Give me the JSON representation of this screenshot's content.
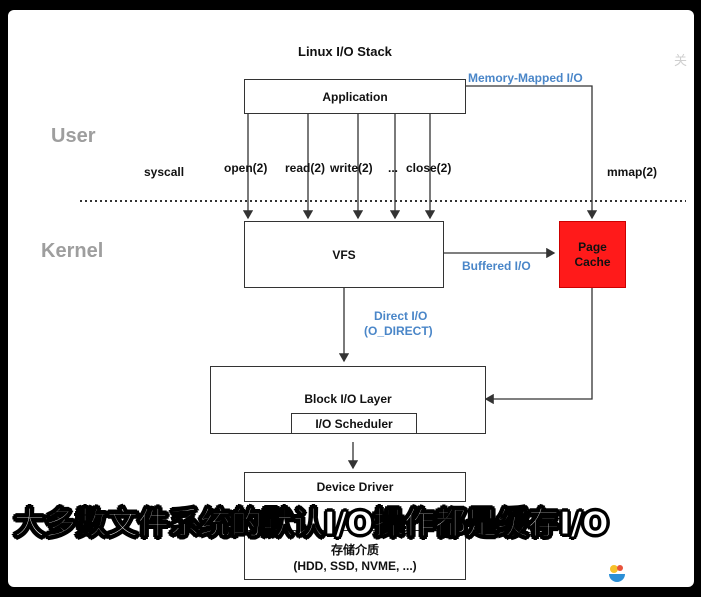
{
  "diagram": {
    "title": "Linux I/O Stack",
    "zones": {
      "user": "User",
      "kernel": "Kernel"
    },
    "boxes": {
      "application": "Application",
      "vfs": "VFS",
      "page_cache_line1": "Page",
      "page_cache_line2": "Cache",
      "block_io_layer": "Block I/O Layer",
      "io_scheduler": "I/O Scheduler",
      "device_driver": "Device Driver",
      "storage_line1": "存储介质",
      "storage_line2": "(HDD, SSD, NVME, ...)"
    },
    "labels": {
      "syscall": "syscall",
      "open": "open(2)",
      "read": "read(2)",
      "write": "write(2)",
      "ellipsis": "...",
      "close": "close(2)",
      "mmap": "mmap(2)",
      "memory_mapped_io": "Memory-Mapped I/O",
      "buffered_io": "Buffered I/O",
      "direct_io_line1": "Direct I/O",
      "direct_io_line2": "(O_DIRECT)"
    },
    "colors": {
      "blue_label": "#4a86c8",
      "page_cache_fill": "#ff1a1a",
      "zone_text": "#9e9e9e"
    }
  },
  "overlay": {
    "subtitle": "大多数文件系统的默认I/O操作都是缓存I/O",
    "corner_text": "关"
  }
}
